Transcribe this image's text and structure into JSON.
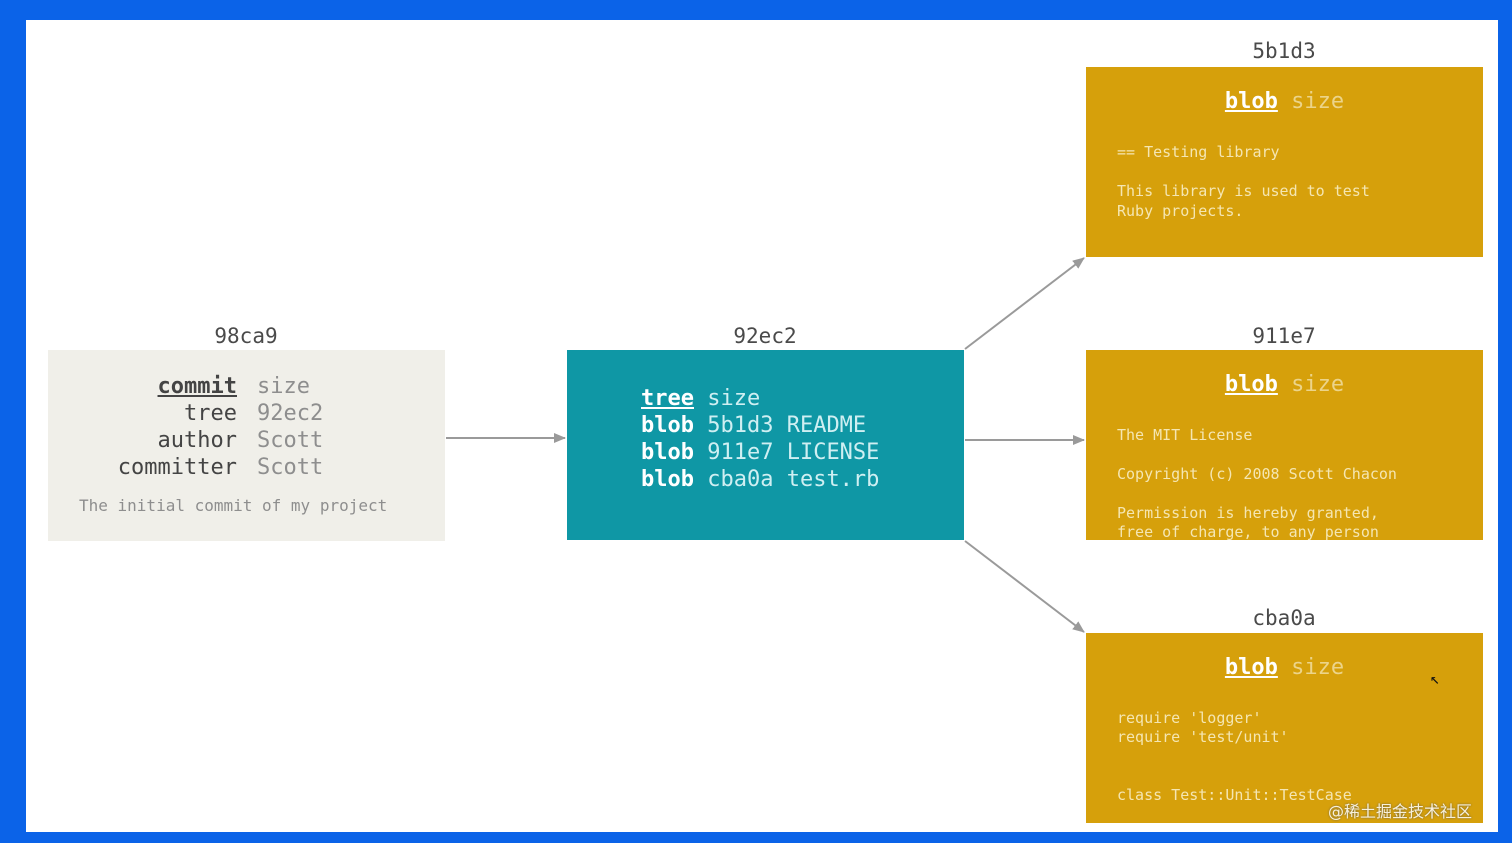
{
  "commit": {
    "hash": "98ca9",
    "rows": [
      {
        "key": "commit",
        "value": "size"
      },
      {
        "key": "tree",
        "value": "92ec2"
      },
      {
        "key": "author",
        "value": "Scott"
      },
      {
        "key": "committer",
        "value": "Scott"
      }
    ],
    "message": "The initial commit of my project"
  },
  "tree": {
    "hash": "92ec2",
    "rows": [
      {
        "key": "tree",
        "value": "size"
      },
      {
        "key": "blob",
        "value": "5b1d3 README"
      },
      {
        "key": "blob",
        "value": "911e7 LICENSE"
      },
      {
        "key": "blob",
        "value": "cba0a test.rb"
      }
    ]
  },
  "blobs": [
    {
      "hash": "5b1d3",
      "key": "blob",
      "value": "size",
      "lines": [
        "== Testing library",
        "This library is used to test",
        "Ruby projects."
      ]
    },
    {
      "hash": "911e7",
      "key": "blob",
      "value": "size",
      "lines": [
        "The MIT License",
        "Copyright (c) 2008 Scott Chacon",
        "Permission is hereby granted,",
        "free of charge, to any person"
      ]
    },
    {
      "hash": "cba0a",
      "key": "blob",
      "value": "size",
      "lines": [
        "require 'logger'",
        "require 'test/unit'",
        "class Test::Unit::TestCase"
      ]
    }
  ],
  "watermark": "@稀土掘金技术社区",
  "colors": {
    "frame": "#0b63e8",
    "commit_box": "#f0efe9",
    "tree_box": "#0f97a5",
    "blob_box": "#d6a00b",
    "arrow": "#9a9a9a"
  }
}
